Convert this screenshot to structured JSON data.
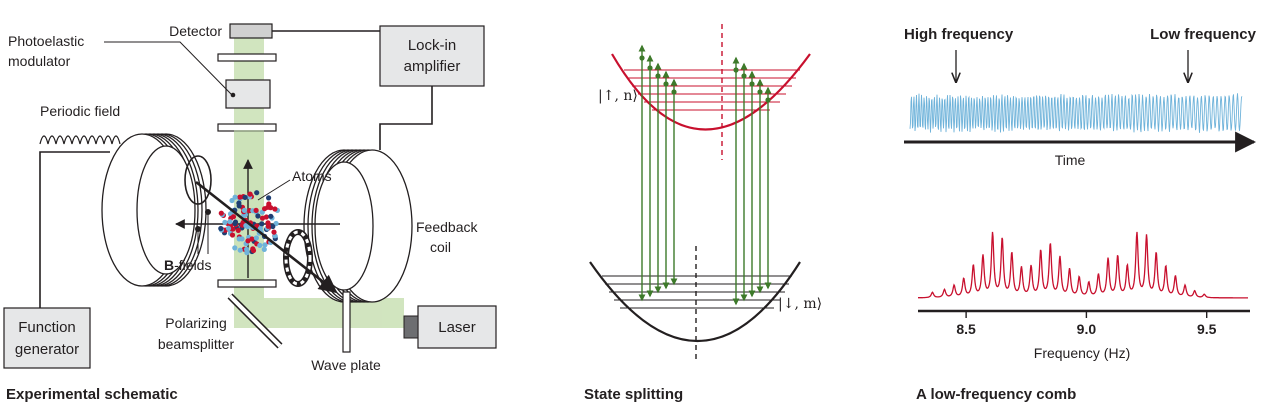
{
  "panels": {
    "schematic": {
      "title": "Experimental schematic",
      "labels": {
        "detector": "Detector",
        "photoelastic": "Photoelastic",
        "modulator": "modulator",
        "lockin_1": "Lock-in",
        "lockin_2": "amplifier",
        "periodic_field": "Periodic field",
        "atoms": "Atoms",
        "feedback_1": "Feedback",
        "feedback_2": "coil",
        "b_bold": "B",
        "b_rest": "-fields",
        "function_1": "Function",
        "function_2": "generator",
        "polarizing_1": "Polarizing",
        "polarizing_2": "beamsplitter",
        "wave_plate": "Wave plate",
        "laser": "Laser"
      }
    },
    "splitting": {
      "title": "State splitting",
      "upper_state": "|↑, n⟩",
      "lower_state": "|↓, m⟩"
    },
    "comb": {
      "title": "A low-frequency comb",
      "high_freq": "High frequency",
      "low_freq": "Low frequency",
      "time_label": "Time",
      "xlabel": "Frequency (Hz)"
    }
  },
  "colors": {
    "accent_red": "#c8102e",
    "arrow_green": "#3d7a2a",
    "beam_green": "#c9e0b4",
    "signal_blue": "#6fb3da"
  },
  "chart_data": {
    "type": "line",
    "xlabel": "Frequency (Hz)",
    "xlim": [
      8.3,
      9.68
    ],
    "xticks": [
      8.5,
      9.0,
      9.5
    ],
    "xtick_labels": [
      "8.5",
      "9.0",
      "9.5"
    ],
    "peaks": [
      {
        "x": 8.36,
        "y": 0.08
      },
      {
        "x": 8.41,
        "y": 0.12
      },
      {
        "x": 8.45,
        "y": 0.18
      },
      {
        "x": 8.49,
        "y": 0.28
      },
      {
        "x": 8.53,
        "y": 0.48
      },
      {
        "x": 8.57,
        "y": 0.62
      },
      {
        "x": 8.61,
        "y": 0.96
      },
      {
        "x": 8.65,
        "y": 0.88
      },
      {
        "x": 8.69,
        "y": 0.66
      },
      {
        "x": 8.73,
        "y": 0.44
      },
      {
        "x": 8.77,
        "y": 0.46
      },
      {
        "x": 8.81,
        "y": 0.7
      },
      {
        "x": 8.85,
        "y": 0.8
      },
      {
        "x": 8.89,
        "y": 0.6
      },
      {
        "x": 8.93,
        "y": 0.42
      },
      {
        "x": 8.97,
        "y": 0.3
      },
      {
        "x": 9.01,
        "y": 0.22
      },
      {
        "x": 9.05,
        "y": 0.34
      },
      {
        "x": 9.09,
        "y": 0.58
      },
      {
        "x": 9.13,
        "y": 0.62
      },
      {
        "x": 9.17,
        "y": 0.46
      },
      {
        "x": 9.21,
        "y": 0.96
      },
      {
        "x": 9.25,
        "y": 0.92
      },
      {
        "x": 9.29,
        "y": 0.66
      },
      {
        "x": 9.33,
        "y": 0.46
      },
      {
        "x": 9.37,
        "y": 0.32
      },
      {
        "x": 9.41,
        "y": 0.18
      },
      {
        "x": 9.45,
        "y": 0.1
      },
      {
        "x": 9.49,
        "y": 0.05
      }
    ]
  }
}
